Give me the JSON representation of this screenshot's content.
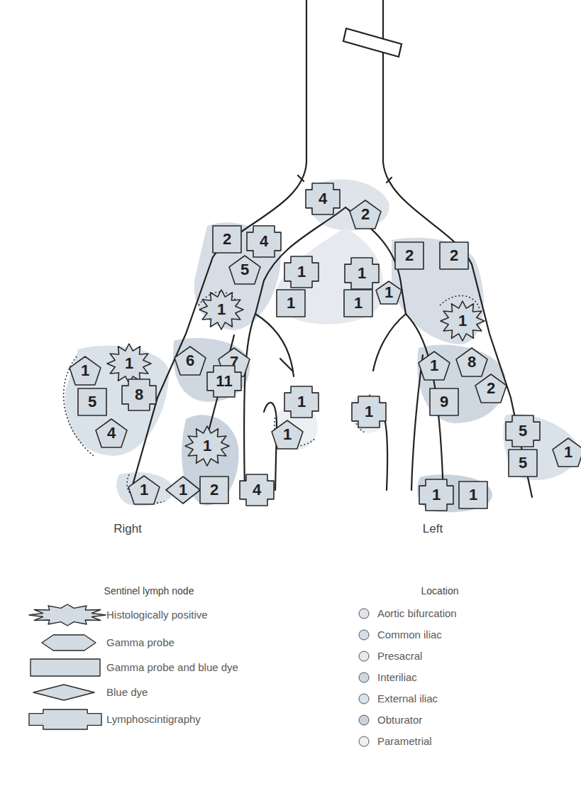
{
  "diagram": {
    "nodes": [
      {
        "text": [
          "4"
        ]
      },
      {
        "text": [
          "2"
        ]
      },
      {
        "text": [
          "2"
        ]
      },
      {
        "text": [
          "4"
        ]
      },
      {
        "text": [
          "2"
        ]
      },
      {
        "text": [
          "2"
        ]
      },
      {
        "text": [
          "5"
        ]
      },
      {
        "text": [
          "1"
        ]
      },
      {
        "text": [
          "1"
        ]
      },
      {
        "text": [
          "1"
        ]
      },
      {
        "text": [
          "1"
        ]
      },
      {
        "text": [
          "1"
        ]
      },
      {
        "text": [
          "1"
        ]
      },
      {
        "text": [
          "1"
        ]
      },
      {
        "text": [
          "1"
        ]
      },
      {
        "text": [
          "1"
        ]
      },
      {
        "text": [
          "6"
        ]
      },
      {
        "text": [
          "7"
        ]
      },
      {
        "text": [
          "1"
        ]
      },
      {
        "text": [
          "8"
        ]
      },
      {
        "text": [
          "11"
        ]
      },
      {
        "text": [
          "8"
        ]
      },
      {
        "text": [
          "5"
        ]
      },
      {
        "text": [
          "1"
        ]
      },
      {
        "text": [
          "9"
        ]
      },
      {
        "text": [
          "2"
        ]
      },
      {
        "text": [
          "1"
        ]
      },
      {
        "text": [
          "5"
        ]
      },
      {
        "text": [
          "4"
        ]
      },
      {
        "text": [
          "1"
        ]
      },
      {
        "text": [
          "1"
        ]
      },
      {
        "text": [
          "1"
        ]
      },
      {
        "text": [
          "5"
        ]
      },
      {
        "text": [
          "1"
        ]
      },
      {
        "text": [
          "1"
        ]
      },
      {
        "text": [
          "2"
        ]
      },
      {
        "text": [
          "4"
        ]
      },
      {
        "text": [
          "1"
        ]
      },
      {
        "text": [
          "1"
        ]
      }
    ],
    "labels": [
      "Right",
      "Left",
      "Sentinel lymph node",
      "Location"
    ],
    "legend": [
      {
        "text": "Histologically positive"
      },
      {
        "text": "Gamma probe"
      },
      {
        "text": "Gamma probe and blue dye"
      },
      {
        "text": "Blue dye"
      },
      {
        "text": "Lymphoscintigraphy"
      },
      {
        "text": "Aortic bifurcation",
        "color": "#dfe4ea"
      },
      {
        "text": "Common iliac",
        "color": "#d6dde5"
      },
      {
        "text": "Presacral",
        "color": "#e6e9ed"
      },
      {
        "text": "Interiliac",
        "color": "#cfd8e1"
      },
      {
        "text": "External iliac",
        "color": "#dae2e9"
      },
      {
        "text": "Obturator",
        "color": "#c9d3dd"
      },
      {
        "text": "Parametrial",
        "color": "#edf0f3"
      }
    ]
  }
}
